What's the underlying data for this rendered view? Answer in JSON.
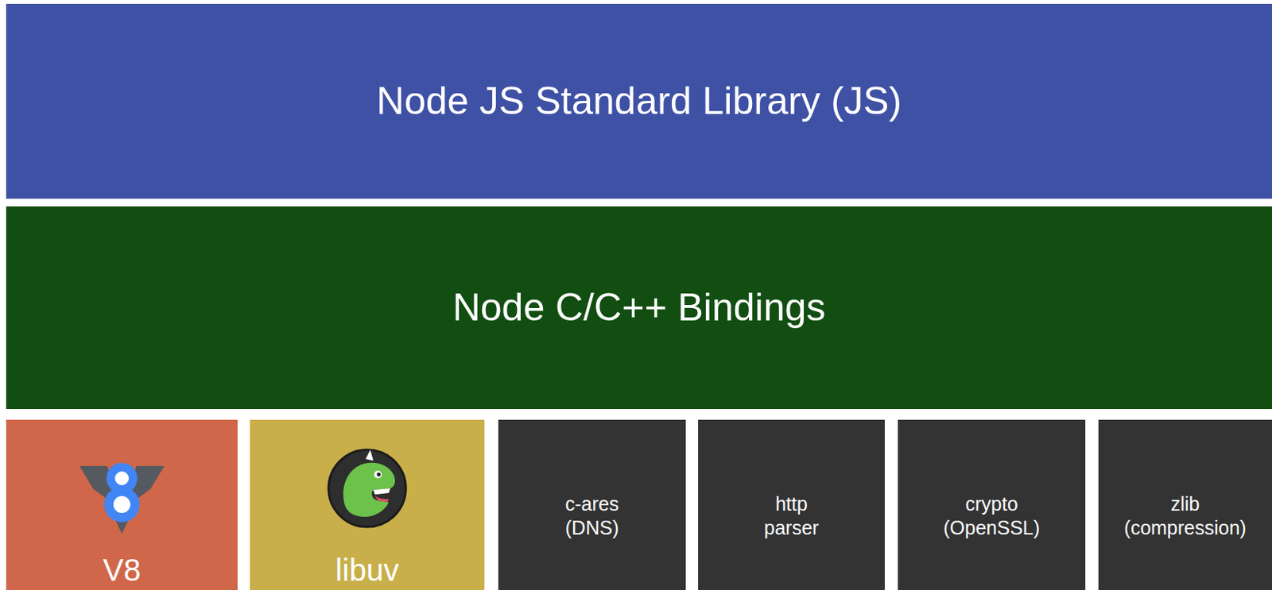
{
  "diagram": {
    "nodes": [
      {
        "text": [
          "Node JS Standard Library (JS)"
        ]
      },
      {
        "text": [
          "Node C/C++ Bindings"
        ]
      },
      {
        "text": [
          "V8"
        ]
      },
      {
        "text": [
          "libuv"
        ]
      },
      {
        "text": [
          "c-ares (DNS)"
        ]
      },
      {
        "text": [
          "http parser"
        ]
      },
      {
        "text": [
          "crypto (OpenSSL)"
        ]
      },
      {
        "text": [
          "zlib (compression)"
        ]
      }
    ]
  }
}
